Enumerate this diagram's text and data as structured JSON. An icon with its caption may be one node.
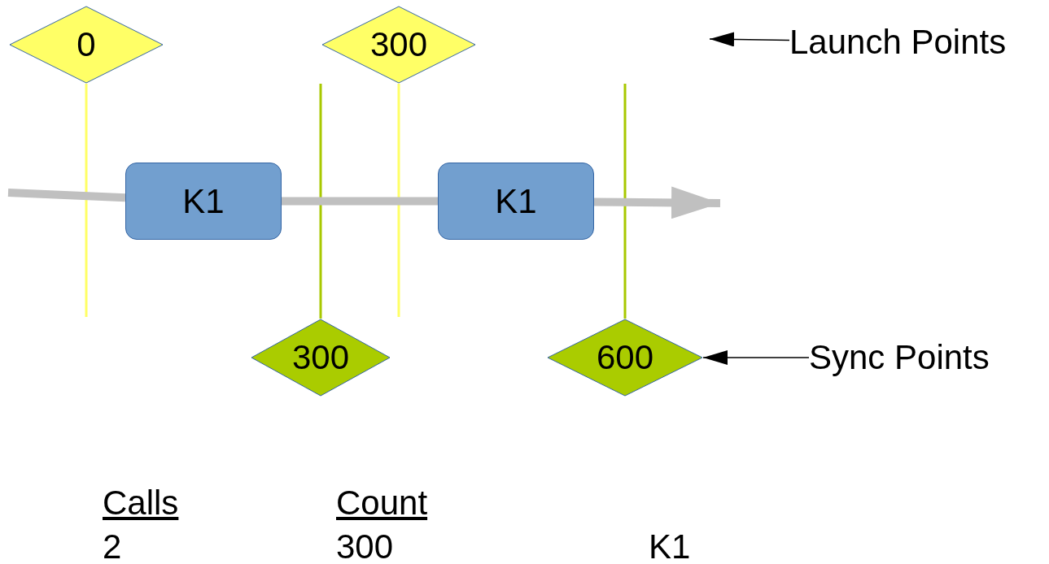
{
  "diagram": {
    "nodes": [
      {
        "text": [
          "0"
        ]
      },
      {
        "text": [
          "300"
        ]
      },
      {
        "text": [
          "Launch Points"
        ]
      },
      {
        "text": [
          "K1"
        ]
      },
      {
        "text": [
          "K1"
        ]
      },
      {
        "text": [
          "300"
        ]
      },
      {
        "text": [
          "600"
        ]
      },
      {
        "text": [
          "Sync Points"
        ]
      }
    ],
    "edges": [
      {
        "from": 0,
        "to": null,
        "arrow": "none",
        "color": "#ffff66"
      },
      {
        "from": 1,
        "to": null,
        "arrow": "none",
        "color": "#ffff66"
      },
      {
        "from": 5,
        "to": null,
        "arrow": "none",
        "color": "#a8c800"
      },
      {
        "from": 6,
        "to": null,
        "arrow": "none",
        "color": "#a8c800"
      },
      {
        "from": null,
        "to": 3,
        "arrow": "none",
        "style": "thick",
        "color": "#c0c0c0"
      },
      {
        "from": 3,
        "to": 4,
        "arrow": "none",
        "style": "thick",
        "color": "#c0c0c0"
      },
      {
        "from": 4,
        "to": null,
        "arrow": "to",
        "style": "thick",
        "color": "#c0c0c0"
      },
      {
        "from": 2,
        "to": null,
        "arrow": "to",
        "color": "#000000"
      },
      {
        "from": 7,
        "to": 6,
        "arrow": "to",
        "color": "#000000"
      }
    ],
    "labels": [
      "Calls",
      "Count",
      "2",
      "300",
      "K1"
    ]
  }
}
